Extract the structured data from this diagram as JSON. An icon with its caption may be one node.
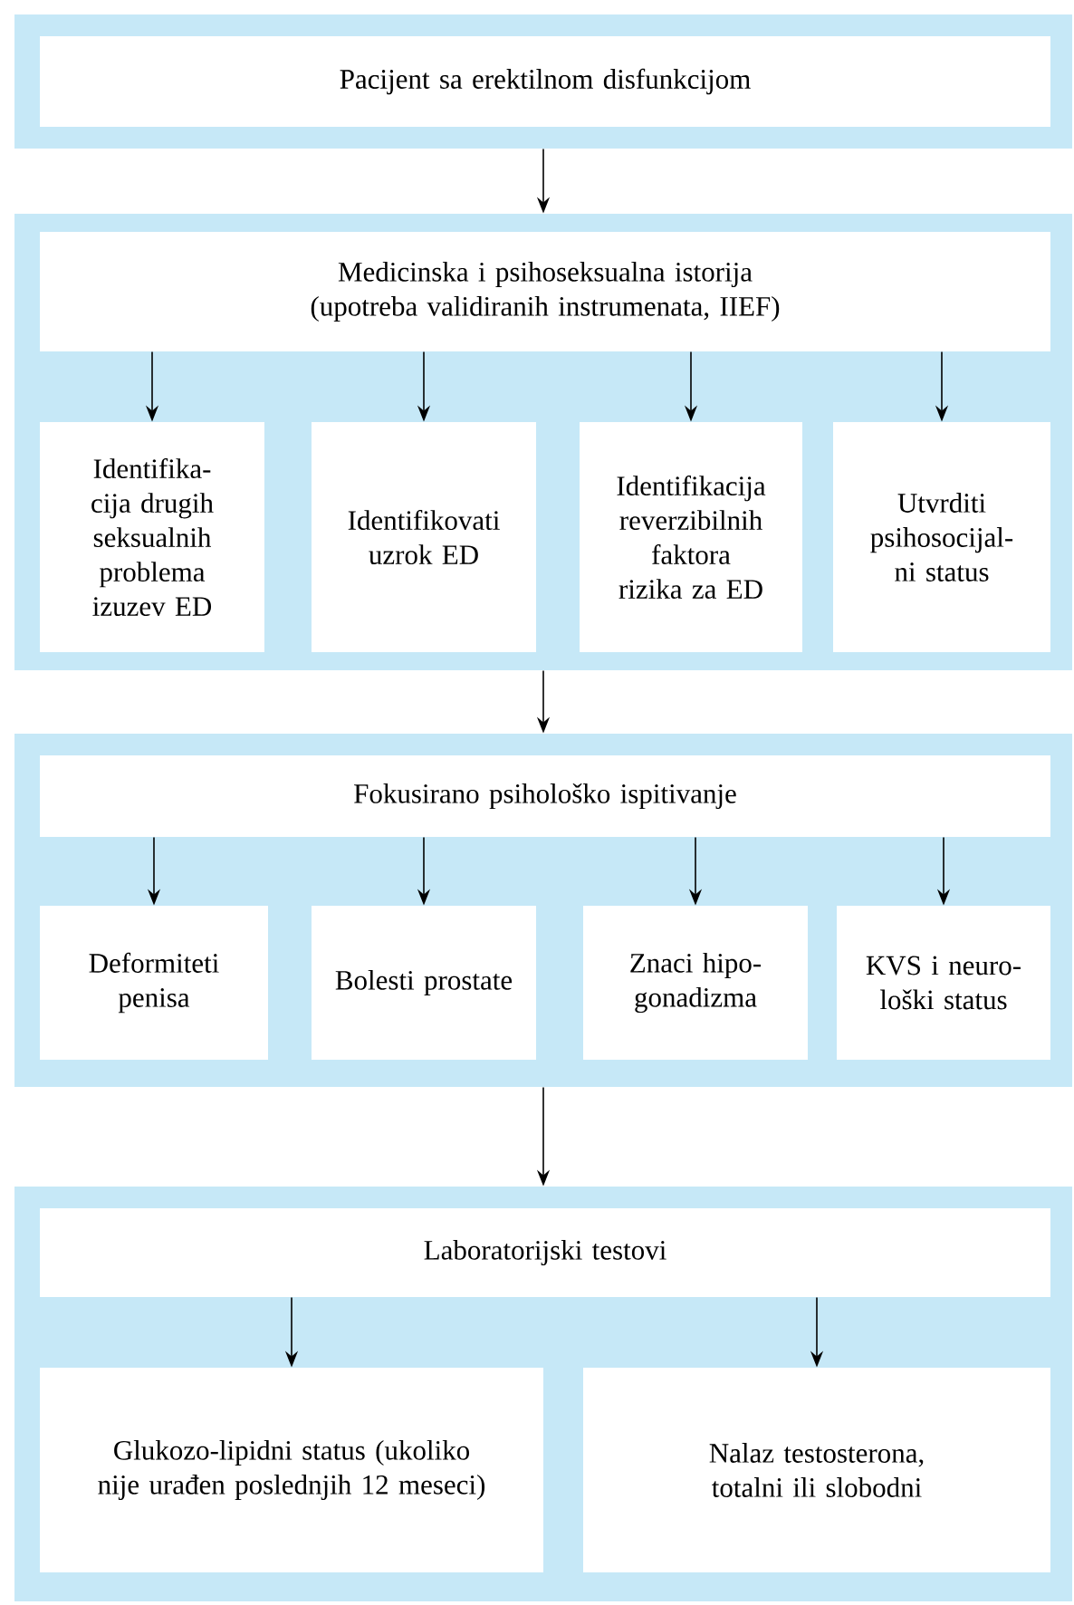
{
  "diagram": {
    "nodes": [
      {
        "text": [],
        "shape": "box"
      },
      {
        "text": [
          "Pacijent sa erektilnom disfunkcijom"
        ],
        "in": 0
      },
      {
        "text": [],
        "shape": "box"
      },
      {
        "text": [
          "Medicinska i psihoseksualna istorija (upotreba validiranih instrumenata, IIEF)"
        ],
        "in": 2
      },
      {
        "text": [
          "Identifika- cija drugih seksualnih problema izuzev ED"
        ],
        "in": 2
      },
      {
        "text": [
          "Identifikovati uzrok ED"
        ],
        "in": 2
      },
      {
        "text": [
          "Identifikacija reverzibilnih faktora rizika za ED"
        ],
        "in": 2
      },
      {
        "text": [
          "Utvrditi psihosocijal- ni status"
        ],
        "in": 2
      },
      {
        "text": [],
        "shape": "box"
      },
      {
        "text": [
          "Fokusirano psihološko ispitivanje"
        ],
        "in": 8
      },
      {
        "text": [
          "Deformiteti penisa"
        ],
        "in": 8
      },
      {
        "text": [
          "Bolesti prostate"
        ],
        "in": 8
      },
      {
        "text": [
          "Znaci hipo- gonadizma"
        ],
        "in": 8
      },
      {
        "text": [
          "KVS i neuro- loški status"
        ],
        "in": 8
      },
      {
        "text": [],
        "shape": "box"
      },
      {
        "text": [
          "Laboratorijski testovi"
        ],
        "in": 14
      },
      {
        "text": [
          "Glukozo-lipidni status (ukoliko nije urađen poslednjih 12 meseci)"
        ],
        "in": 14
      },
      {
        "text": [
          "Nalaz testosterona, totalni ili slobodni"
        ],
        "in": 14
      }
    ],
    "edges": [
      {
        "from": 0,
        "to": 2,
        "arrow": "to"
      },
      {
        "from": 3,
        "to": 4,
        "arrow": "to"
      },
      {
        "from": 3,
        "to": 5,
        "arrow": "to"
      },
      {
        "from": 3,
        "to": 6,
        "arrow": "to"
      },
      {
        "from": 3,
        "to": 7,
        "arrow": "to"
      },
      {
        "from": 2,
        "to": 8,
        "arrow": "to"
      },
      {
        "from": 9,
        "to": 10,
        "arrow": "to"
      },
      {
        "from": 9,
        "to": 11,
        "arrow": "to"
      },
      {
        "from": 9,
        "to": 12,
        "arrow": "to"
      },
      {
        "from": 9,
        "to": 13,
        "arrow": "to"
      },
      {
        "from": 8,
        "to": 14,
        "arrow": "to"
      },
      {
        "from": 15,
        "to": 16,
        "arrow": "to"
      },
      {
        "from": 15,
        "to": 17,
        "arrow": "to"
      }
    ]
  }
}
